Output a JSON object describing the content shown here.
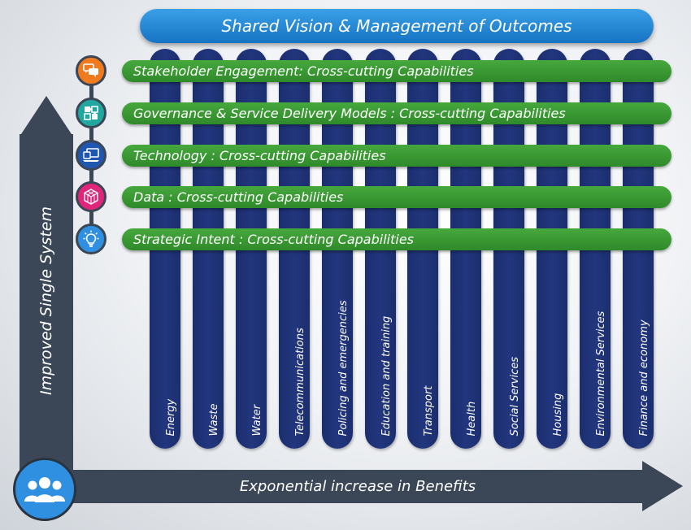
{
  "banner": {
    "title": "Shared Vision & Management of Outcomes"
  },
  "axes": {
    "y_label": "Improved Single System",
    "x_label": "Exponential increase in Benefits"
  },
  "capabilities": [
    {
      "label": "Stakeholder Engagement: Cross-cutting Capabilities",
      "icon": "chat-bubbles-icon",
      "color": "#f07a1e"
    },
    {
      "label": "Governance & Service Delivery Models : Cross-cutting Capabilities",
      "icon": "puzzle-icon",
      "color": "#1fa7a0"
    },
    {
      "label": "Technology : Cross-cutting Capabilities",
      "icon": "laptop-icon",
      "color": "#1f56b0"
    },
    {
      "label": "Data : Cross-cutting Capabilities",
      "icon": "data-cube-icon",
      "color": "#e0257a"
    },
    {
      "label": "Strategic Intent : Cross-cutting Capabilities",
      "icon": "lightbulb-icon",
      "color": "#2f8fe0"
    }
  ],
  "sectors": [
    "Energy",
    "Waste",
    "Water",
    "Telecommunications",
    "Policing and emergencies",
    "Education and training",
    "Transport",
    "Health",
    "Social Services",
    "Housing",
    "Environmental Services",
    "Finance and economy"
  ],
  "badge": {
    "icon": "people-group-icon",
    "color": "#2f8fe0"
  }
}
